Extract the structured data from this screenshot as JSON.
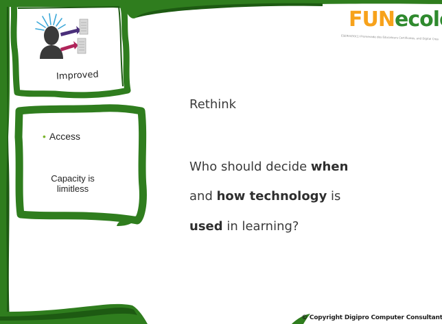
{
  "logo": {
    "fun": "FUN",
    "ecole": "ecole",
    "reg": "®",
    "tagline": "ESERVIZIO(1) Promenade des Educateurs Certificates, and Digital Creativity"
  },
  "left_panel_top": {
    "caption": "Improved"
  },
  "left_panel_mid": {
    "bullet": "•",
    "access": "Access",
    "capacity": "Capacity is limitless"
  },
  "content": {
    "heading": "Rethink",
    "line1_a": "Who should decide ",
    "line1_b": "when",
    "line2_a": "and ",
    "line2_b": "how technology",
    "line2_c": " is",
    "line3_a": "used",
    "line3_b": " in learning?"
  },
  "footer": {
    "copyright": "© Copyright Digipro Computer Consultants"
  },
  "colors": {
    "frame_green": "#2f7d1e",
    "frame_dark": "#1d5a12",
    "bullet_green": "#7ab42c",
    "logo_orange": "#f7a21b",
    "logo_green": "#2f8a2e"
  }
}
